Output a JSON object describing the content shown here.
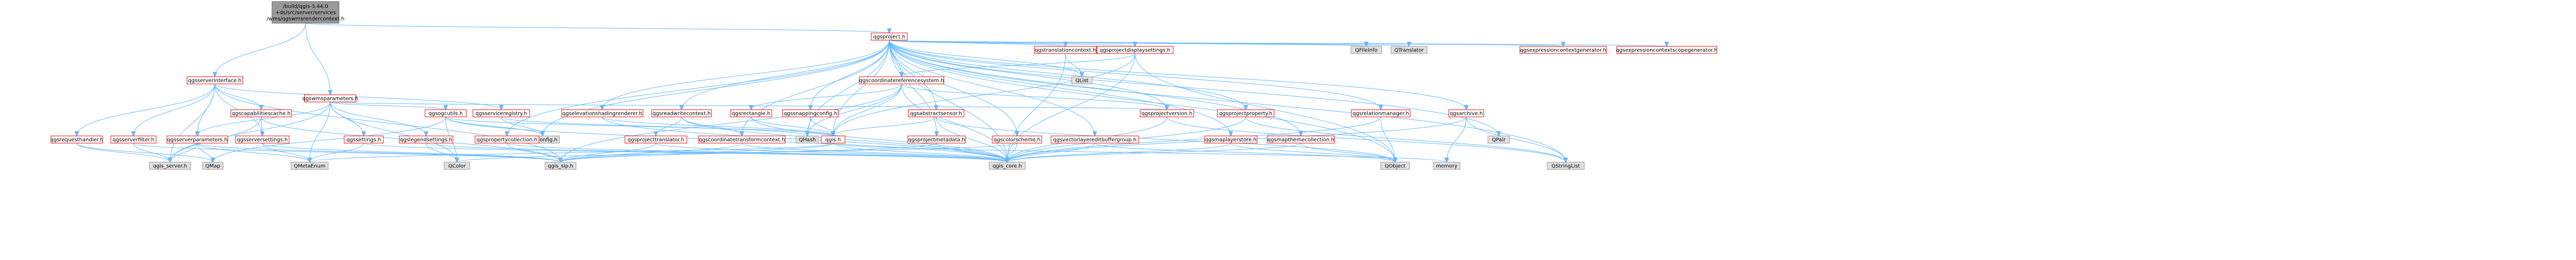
{
  "colors": {
    "edge": "#63b8ff",
    "root_fill": "#999999",
    "node_red_border": "#ff0000",
    "node_gray_border": "#999999",
    "node_fill": "#ffffff",
    "leaf_fill": "#e0e0e0"
  },
  "nodes": [
    {
      "id": "root",
      "lines": [
        "/build/qgis-3.44.0",
        "+ds/src/server/services",
        "/wms/qgswmsrendercontext.h"
      ],
      "kind": "root"
    },
    {
      "id": "qgsserverinterface",
      "lines": [
        "qgsserverinterface.h"
      ],
      "kind": "red"
    },
    {
      "id": "qgswmsparameters",
      "lines": [
        "qgswmsparameters.h"
      ],
      "kind": "red"
    },
    {
      "id": "qgsproject",
      "lines": [
        "qgsproject.h"
      ],
      "kind": "red"
    },
    {
      "id": "qgscapabilitiescache",
      "lines": [
        "qgscapabilitiescache.h"
      ],
      "kind": "red"
    },
    {
      "id": "qgsrequesthandler",
      "lines": [
        "qgsrequesthandler.h"
      ],
      "kind": "red"
    },
    {
      "id": "qgsserverfilter",
      "lines": [
        "qgsserverfilter.h"
      ],
      "kind": "red"
    },
    {
      "id": "qgsserverparameters",
      "lines": [
        "qgsserverparameters.h"
      ],
      "kind": "red"
    },
    {
      "id": "qgsserversettings",
      "lines": [
        "qgsserversettings.h"
      ],
      "kind": "red"
    },
    {
      "id": "qgsserviceregistry",
      "lines": [
        "qgsserviceregistry.h"
      ],
      "kind": "red"
    },
    {
      "id": "qgsconfig",
      "lines": [
        "qgsconfig.h"
      ],
      "kind": "gray"
    },
    {
      "id": "qgsogcutils",
      "lines": [
        "qgsogcutils.h"
      ],
      "kind": "red"
    },
    {
      "id": "qgssettings",
      "lines": [
        "qgssettings.h"
      ],
      "kind": "red"
    },
    {
      "id": "qgslegendsettings",
      "lines": [
        "qgslegendsettings.h"
      ],
      "kind": "red"
    },
    {
      "id": "qgspropertycollection",
      "lines": [
        "qgspropertycollection.h"
      ],
      "kind": "red"
    },
    {
      "id": "qgselevationshadingrenderer",
      "lines": [
        "qgselevationshadingrenderer.h"
      ],
      "kind": "red"
    },
    {
      "id": "qgsreadwritecontext",
      "lines": [
        "qgsreadwritecontext.h"
      ],
      "kind": "red"
    },
    {
      "id": "qgsprojecttranslator",
      "lines": [
        "qgsprojecttranslator.h"
      ],
      "kind": "red"
    },
    {
      "id": "qgscoordinatetransformcontext",
      "lines": [
        "qgscoordinatetransformcontext.h"
      ],
      "kind": "red"
    },
    {
      "id": "qgscoordinatereferencesystem",
      "lines": [
        "qgscoordinatereferencesystem.h"
      ],
      "kind": "red"
    },
    {
      "id": "qgsrectangle",
      "lines": [
        "qgsrectangle.h"
      ],
      "kind": "red"
    },
    {
      "id": "qgssnappingconfig",
      "lines": [
        "qgssnappingconfig.h"
      ],
      "kind": "red"
    },
    {
      "id": "qgis",
      "lines": [
        "qgis.h"
      ],
      "kind": "red"
    },
    {
      "id": "qgsabstractsensor",
      "lines": [
        "qgsabstractsensor.h"
      ],
      "kind": "red"
    },
    {
      "id": "qgsprojectmetadata",
      "lines": [
        "qgsprojectmetadata.h"
      ],
      "kind": "red"
    },
    {
      "id": "qgstranslationcontext",
      "lines": [
        "qgstranslationcontext.h"
      ],
      "kind": "red"
    },
    {
      "id": "qgsprojectdisplaysettings",
      "lines": [
        "qgsprojectdisplaysettings.h"
      ],
      "kind": "red"
    },
    {
      "id": "qgscolorscheme",
      "lines": [
        "qgscolorscheme.h"
      ],
      "kind": "red"
    },
    {
      "id": "qgsvectorlayereditbuffergroup",
      "lines": [
        "qgsvectorlayereditbuffergroup.h"
      ],
      "kind": "red"
    },
    {
      "id": "qgsprojectversion",
      "lines": [
        "qgsprojectversion.h"
      ],
      "kind": "red"
    },
    {
      "id": "qgsprojectproperty",
      "lines": [
        "qgsprojectproperty.h"
      ],
      "kind": "red"
    },
    {
      "id": "qgsmaplayerstore",
      "lines": [
        "qgsmaplayerstore.h"
      ],
      "kind": "red"
    },
    {
      "id": "qgsmapthemecollection",
      "lines": [
        "qgsmapthemecollection.h"
      ],
      "kind": "red"
    },
    {
      "id": "qgsrelationmanager",
      "lines": [
        "qgsrelationmanager.h"
      ],
      "kind": "red"
    },
    {
      "id": "qgsarchive",
      "lines": [
        "qgsarchive.h"
      ],
      "kind": "red"
    },
    {
      "id": "qgsexpressioncontextgenerator",
      "lines": [
        "qgsexpressioncontextgenerator.h"
      ],
      "kind": "red"
    },
    {
      "id": "qgsexpressioncontextscopegenerator",
      "lines": [
        "qgsexpressioncontextscopegenerator.h"
      ],
      "kind": "red"
    },
    {
      "id": "qfileinfo",
      "lines": [
        "QFileInfo"
      ],
      "kind": "leaf"
    },
    {
      "id": "qtranslator",
      "lines": [
        "QTranslator"
      ],
      "kind": "leaf"
    },
    {
      "id": "qlist",
      "lines": [
        "QList"
      ],
      "kind": "leaf"
    },
    {
      "id": "qmap",
      "lines": [
        "QMap"
      ],
      "kind": "leaf"
    },
    {
      "id": "qmetaenum",
      "lines": [
        "QMetaEnum"
      ],
      "kind": "leaf"
    },
    {
      "id": "qcolor",
      "lines": [
        "QColor"
      ],
      "kind": "leaf"
    },
    {
      "id": "qhash",
      "lines": [
        "QHash"
      ],
      "kind": "leaf"
    },
    {
      "id": "qobject",
      "lines": [
        "QObject"
      ],
      "kind": "leaf"
    },
    {
      "id": "memory",
      "lines": [
        "memory"
      ],
      "kind": "leaf"
    },
    {
      "id": "qpair",
      "lines": [
        "QPair"
      ],
      "kind": "leaf"
    },
    {
      "id": "qstringlist",
      "lines": [
        "QStringList"
      ],
      "kind": "leaf"
    },
    {
      "id": "qgis_server",
      "lines": [
        "qgis_server.h"
      ],
      "kind": "leaf"
    },
    {
      "id": "qgis_sip",
      "lines": [
        "qgis_sip.h"
      ],
      "kind": "leaf"
    },
    {
      "id": "qgis_core",
      "lines": [
        "qgis_core.h"
      ],
      "kind": "leaf"
    }
  ],
  "edges": [
    [
      "root",
      "qgsserverinterface"
    ],
    [
      "root",
      "qgswmsparameters"
    ],
    [
      "root",
      "qgsproject"
    ],
    [
      "qgsserverinterface",
      "qgscapabilitiescache"
    ],
    [
      "qgsserverinterface",
      "qgsrequesthandler"
    ],
    [
      "qgsserverinterface",
      "qgsserverfilter"
    ],
    [
      "qgsserverinterface",
      "qgsserverparameters"
    ],
    [
      "qgsserverinterface",
      "qgsserversettings"
    ],
    [
      "qgsserverinterface",
      "qgsserviceregistry"
    ],
    [
      "qgsserverinterface",
      "qgis_server"
    ],
    [
      "qgsserverinterface",
      "qgis_sip"
    ],
    [
      "qgswmsparameters",
      "qgsogcutils"
    ],
    [
      "qgswmsparameters",
      "qgssettings"
    ],
    [
      "qgswmsparameters",
      "qgslegendsettings"
    ],
    [
      "qgswmsparameters",
      "qgsserverparameters"
    ],
    [
      "qgswmsparameters",
      "qgsprojectversion"
    ],
    [
      "qgswmsparameters",
      "qmetaenum"
    ],
    [
      "qgswmsparameters",
      "qcolor"
    ],
    [
      "qgswmsparameters",
      "qgis_server"
    ],
    [
      "qgsproject",
      "qgspropertycollection"
    ],
    [
      "qgsproject",
      "qgselevationshadingrenderer"
    ],
    [
      "qgsproject",
      "qgsreadwritecontext"
    ],
    [
      "qgsproject",
      "qgscoordinatetransformcontext"
    ],
    [
      "qgsproject",
      "qgscoordinatereferencesystem"
    ],
    [
      "qgsproject",
      "qgssnappingconfig"
    ],
    [
      "qgsproject",
      "qgsabstractsensor"
    ],
    [
      "qgsproject",
      "qgsprojectmetadata"
    ],
    [
      "qgsproject",
      "qgstranslationcontext"
    ],
    [
      "qgsproject",
      "qgsprojectdisplaysettings"
    ],
    [
      "qgsproject",
      "qgscolorscheme"
    ],
    [
      "qgsproject",
      "qgsvectorlayereditbuffergroup"
    ],
    [
      "qgsproject",
      "qgsprojectversion"
    ],
    [
      "qgsproject",
      "qgsprojectproperty"
    ],
    [
      "qgsproject",
      "qgsmaplayerstore"
    ],
    [
      "qgsproject",
      "qgsmapthemecollection"
    ],
    [
      "qgsproject",
      "qgsrelationmanager"
    ],
    [
      "qgsproject",
      "qgsarchive"
    ],
    [
      "qgsproject",
      "qgsexpressioncontextgenerator"
    ],
    [
      "qgsproject",
      "qgsexpressioncontextscopegenerator"
    ],
    [
      "qgsproject",
      "qfileinfo"
    ],
    [
      "qgsproject",
      "qtranslator"
    ],
    [
      "qgsproject",
      "qlist"
    ],
    [
      "qgsproject",
      "qgis_core"
    ],
    [
      "qgsproject",
      "qgis"
    ],
    [
      "qgsproject",
      "qobject"
    ],
    [
      "qgsproject",
      "qhash"
    ],
    [
      "qgsproject",
      "qstringlist"
    ],
    [
      "qgsproject",
      "qpair"
    ],
    [
      "qgsproject",
      "qgsconfig"
    ],
    [
      "qgscapabilitiescache",
      "qgsserversettings"
    ],
    [
      "qgscapabilitiescache",
      "qgis_sip"
    ],
    [
      "qgscapabilitiescache",
      "qgis_server"
    ],
    [
      "qgsrequesthandler",
      "qmap"
    ],
    [
      "qgsrequesthandler",
      "qgis_server"
    ],
    [
      "qgsserverfilter",
      "qgis_server"
    ],
    [
      "qgsserverfilter",
      "qgis_sip"
    ],
    [
      "qgsserverparameters",
      "qmap"
    ],
    [
      "qgsserverparameters",
      "qmetaenum"
    ],
    [
      "qgsserverparameters",
      "qgis_server"
    ],
    [
      "qgsserverparameters",
      "qgis_sip"
    ],
    [
      "qgsserversettings",
      "qmetaenum"
    ],
    [
      "qgsserversettings",
      "qgis_sip"
    ],
    [
      "qgsserviceregistry",
      "qgsconfig"
    ],
    [
      "qgsserviceregistry",
      "qhash"
    ],
    [
      "qgsogcutils",
      "qgis"
    ],
    [
      "qgsogcutils",
      "qgsconfig"
    ],
    [
      "qgsogcutils",
      "qmap"
    ],
    [
      "qgsogcutils",
      "qcolor"
    ],
    [
      "qgsogcutils",
      "qgis_core"
    ],
    [
      "qgssettings",
      "qgis_core"
    ],
    [
      "qgssettings",
      "qmetaenum"
    ],
    [
      "qgslegendsettings",
      "qcolor"
    ],
    [
      "qgslegendsettings",
      "qgis_core"
    ],
    [
      "qgspropertycollection",
      "qgis_core"
    ],
    [
      "qgspropertycollection",
      "qgis_sip"
    ],
    [
      "qgselevationshadingrenderer",
      "qgis"
    ],
    [
      "qgselevationshadingrenderer",
      "qgis_core"
    ],
    [
      "qgsreadwritecontext",
      "qgsprojecttranslator"
    ],
    [
      "qgsreadwritecontext",
      "qgscoordinatetransformcontext"
    ],
    [
      "qgsreadwritecontext",
      "qgis_core"
    ],
    [
      "qgsprojecttranslator",
      "qgis_core"
    ],
    [
      "qgsprojecttranslator",
      "qgis_sip"
    ],
    [
      "qgscoordinatetransformcontext",
      "qgis_core"
    ],
    [
      "qgscoordinatetransformcontext",
      "qgis_sip"
    ],
    [
      "qgscoordinatereferencesystem",
      "qgsrectangle"
    ],
    [
      "qgscoordinatereferencesystem",
      "qgis"
    ],
    [
      "qgscoordinatereferencesystem",
      "qgsprojectversion"
    ],
    [
      "qgscoordinatereferencesystem",
      "qhash"
    ],
    [
      "qgscoordinatereferencesystem",
      "qgis_core"
    ],
    [
      "qgscoordinatereferencesystem",
      "qgis_sip"
    ],
    [
      "qgsrectangle",
      "qgis"
    ],
    [
      "qgsrectangle",
      "qgis_core"
    ],
    [
      "qgssnappingconfig",
      "qgis"
    ],
    [
      "qgssnappingconfig",
      "qhash"
    ],
    [
      "qgis",
      "qgis_sip"
    ],
    [
      "qgis",
      "qgis_core"
    ],
    [
      "qgis",
      "qmetaenum"
    ],
    [
      "qgis",
      "memory"
    ],
    [
      "qgsabstractsensor",
      "qgis"
    ],
    [
      "qgsabstractsensor",
      "qgis_core"
    ],
    [
      "qgsabstractsensor",
      "qobject"
    ],
    [
      "qgsprojectmetadata",
      "qgis_core"
    ],
    [
      "qgsprojectmetadata",
      "qgis_sip"
    ],
    [
      "qgstranslationcontext",
      "qlist"
    ],
    [
      "qgstranslationcontext",
      "qgis_core"
    ],
    [
      "qgsprojectdisplaysettings",
      "qgscoordinatereferencesystem"
    ],
    [
      "qgsprojectdisplaysettings",
      "qgis_core"
    ],
    [
      "qgsprojectdisplaysettings",
      "qobject"
    ],
    [
      "qgsprojectdisplaysettings",
      "qgis"
    ],
    [
      "qgscolorscheme",
      "qgis_core"
    ],
    [
      "qgscolorscheme",
      "qcolor"
    ],
    [
      "qgsvectorlayereditbuffergroup",
      "qgis_core"
    ],
    [
      "qgsvectorlayereditbuffergroup",
      "qobject"
    ],
    [
      "qgsprojectversion",
      "qstringlist"
    ],
    [
      "qgsprojectversion",
      "qgis_core"
    ],
    [
      "qgsprojectproperty",
      "qgis_core"
    ],
    [
      "qgsprojectproperty",
      "qstringlist"
    ],
    [
      "qgsmaplayerstore",
      "qgis_core"
    ],
    [
      "qgsmaplayerstore",
      "qobject"
    ],
    [
      "qgsmapthemecollection",
      "qgis_core"
    ],
    [
      "qgsmapthemecollection",
      "qobject"
    ],
    [
      "qgsrelationmanager",
      "qgis_core"
    ],
    [
      "qgsrelationmanager",
      "qobject"
    ],
    [
      "qgsarchive",
      "qstringlist"
    ],
    [
      "qgsarchive",
      "memory"
    ],
    [
      "qgsarchive",
      "qgis_core"
    ]
  ]
}
